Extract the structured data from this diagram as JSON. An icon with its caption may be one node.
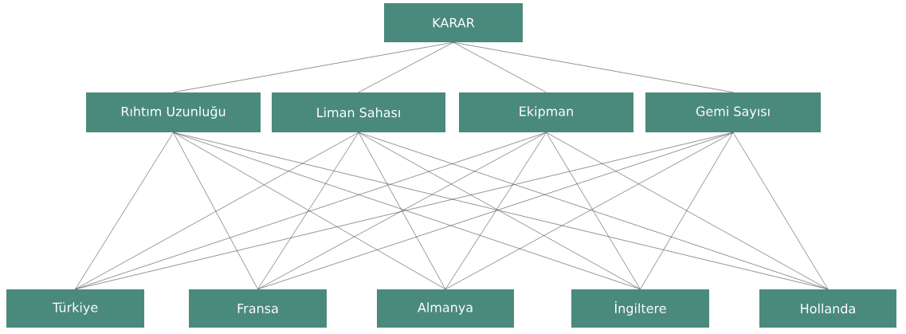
{
  "diagram": {
    "nodes": [
      {
        "text": [
          "KARAR"
        ]
      },
      {
        "text": [
          "Rıhtım Uzunluğu"
        ]
      },
      {
        "text": [
          "Liman Sahası"
        ]
      },
      {
        "text": [
          "Ekipman"
        ]
      },
      {
        "text": [
          "Gemi Sayısı"
        ]
      },
      {
        "text": [
          "Türkiye"
        ]
      },
      {
        "text": [
          "Fransa"
        ]
      },
      {
        "text": [
          "Almanya"
        ]
      },
      {
        "text": [
          "İngiltere"
        ]
      },
      {
        "text": [
          "Hollanda"
        ]
      }
    ],
    "edges": [
      {
        "from": 0,
        "to": 1,
        "arrow": "none"
      },
      {
        "from": 0,
        "to": 2,
        "arrow": "none"
      },
      {
        "from": 0,
        "to": 3,
        "arrow": "none"
      },
      {
        "from": 0,
        "to": 4,
        "arrow": "none"
      },
      {
        "from": 1,
        "to": 5,
        "arrow": "none"
      },
      {
        "from": 1,
        "to": 6,
        "arrow": "none"
      },
      {
        "from": 1,
        "to": 7,
        "arrow": "none"
      },
      {
        "from": 1,
        "to": 8,
        "arrow": "none"
      },
      {
        "from": 1,
        "to": 9,
        "arrow": "none"
      },
      {
        "from": 2,
        "to": 5,
        "arrow": "none"
      },
      {
        "from": 2,
        "to": 6,
        "arrow": "none"
      },
      {
        "from": 2,
        "to": 7,
        "arrow": "none"
      },
      {
        "from": 2,
        "to": 8,
        "arrow": "none"
      },
      {
        "from": 2,
        "to": 9,
        "arrow": "none"
      },
      {
        "from": 3,
        "to": 5,
        "arrow": "none"
      },
      {
        "from": 3,
        "to": 6,
        "arrow": "none"
      },
      {
        "from": 3,
        "to": 7,
        "arrow": "none"
      },
      {
        "from": 3,
        "to": 8,
        "arrow": "none"
      },
      {
        "from": 3,
        "to": 9,
        "arrow": "none"
      },
      {
        "from": 4,
        "to": 5,
        "arrow": "none"
      },
      {
        "from": 4,
        "to": 6,
        "arrow": "none"
      },
      {
        "from": 4,
        "to": 7,
        "arrow": "none"
      },
      {
        "from": 4,
        "to": 8,
        "arrow": "none"
      },
      {
        "from": 4,
        "to": 9,
        "arrow": "none"
      }
    ]
  }
}
